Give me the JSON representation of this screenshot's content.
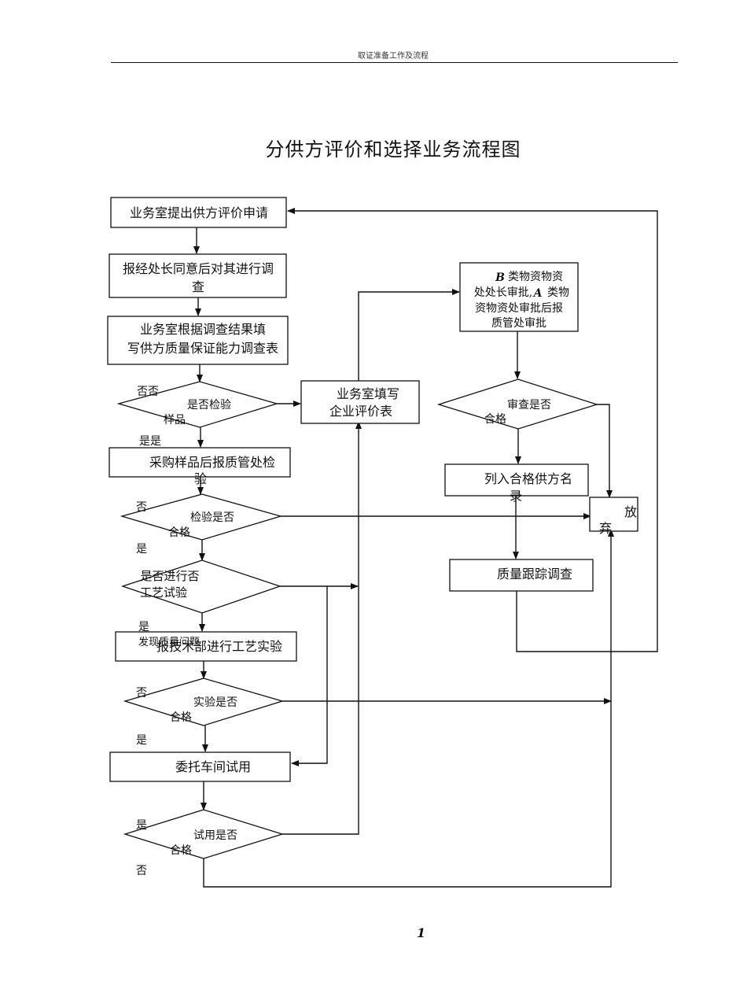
{
  "header": {
    "text": "取证准备工作及流程"
  },
  "title": "分供方评价和选择业务流程图",
  "nodes": {
    "n1": "业务室提出供方评价申请",
    "n2_l1": "报经处长同意后对其进行调",
    "n2_l2": "查",
    "n3_l1": "业务室根据调查结果填",
    "n3_l2": "写供方质量保证能力调查表",
    "d1_l1": "是否检验",
    "d1_l2": "样品",
    "n4_l1": "采购样品后报质管处检",
    "n4_l2": "验",
    "d2_l1": "检验是否",
    "d2_l2": "合格",
    "d3_l1": "是否进行否",
    "d3_l2": "工艺试验",
    "n5_overlay": "发现质量问题",
    "n5": "报技术部进行工艺实验",
    "d4_l1": "实验是否",
    "d4_l2": "合格",
    "n6": "委托车间试用",
    "d5_l1": "试用是否",
    "d5_l2": "合格",
    "n7_l1": "业务室填写",
    "n7_l2": "企业评价表",
    "n8_l1_letter": "B",
    "n8_l1": "类物资物资",
    "n8_l2a": "处处长审批,",
    "n8_l2_letter": "A",
    "n8_l2b": "类物",
    "n8_l3": "资物资处审批后报",
    "n8_l4": "质管处审批",
    "d6_l1": "审查是否",
    "d6_l2": "合格",
    "n9_l1": "列入合格供方名",
    "n9_l2": "录",
    "n10": "质量跟踪调查",
    "n11_l1": "放",
    "n11_l2": "弃"
  },
  "edge_labels": {
    "d1_no": "否否",
    "d1_yes": "是是",
    "d2_no": "否",
    "d2_yes": "是",
    "d3_yes": "是",
    "d4_no": "否",
    "d4_yes": "是",
    "d5_yes": "是",
    "d5_no": "否"
  },
  "footer": {
    "page_number": "1"
  }
}
